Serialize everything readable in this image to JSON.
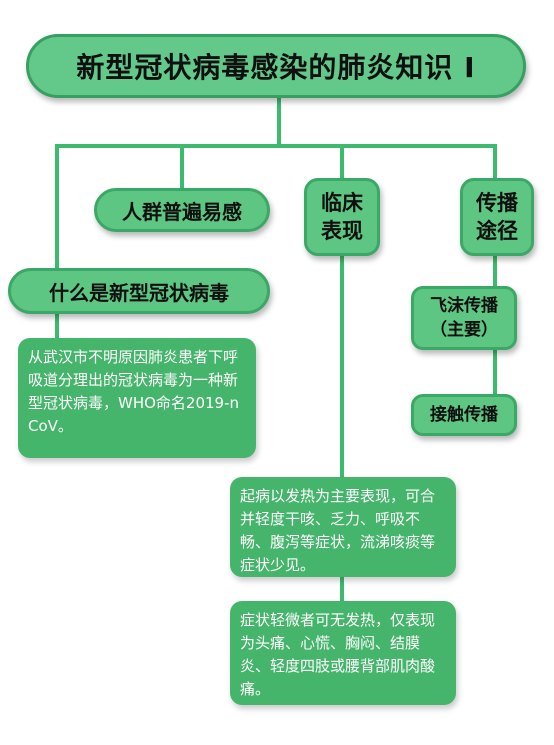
{
  "title": "新型冠状病毒感染的肺炎知识 I",
  "branches": {
    "susceptible": "人群普遍易感",
    "what_is": "什么是新型冠状病毒",
    "what_is_desc": "从武汉市不明原因肺炎患者下呼吸道分理出的冠状病毒为一种新型冠状病毒，WHO命名2019-nCoV。",
    "clinical_line1": "临床",
    "clinical_line2": "表现",
    "clinical_desc1": "起病以发热为主要表现，可合并轻度干咳、乏力、呼吸不畅、腹泻等症状，流涕咳痰等症状少见。",
    "clinical_desc2": "症状轻微者可无发热，仅表现为头痛、心慌、胸闷、结膜炎、轻度四肢或腰背部肌肉酸痛。",
    "route_line1": "传播",
    "route_line2": "途径",
    "droplet_line1": "飞沫传播",
    "droplet_line2": "（主要）",
    "contact": "接触传播"
  },
  "colors": {
    "node_fill": "#5dc682",
    "node_border": "#3aa866",
    "connector": "#3cba6e",
    "desc_fill": "#46b56c"
  }
}
